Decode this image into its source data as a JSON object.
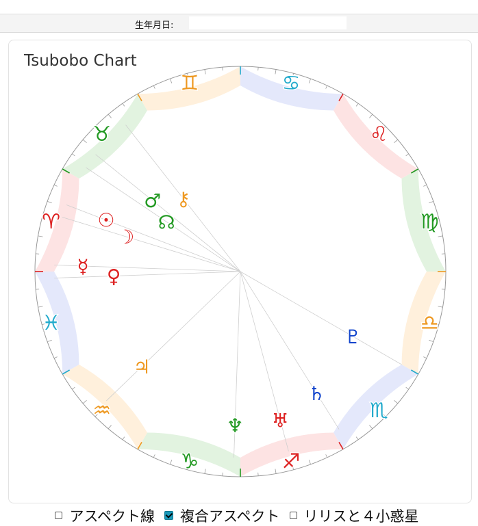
{
  "header": {
    "dob_label": "生年月日:",
    "dob_value": ""
  },
  "chart": {
    "title": "Tsubobo Chart",
    "colors": {
      "fire": "#dd2222",
      "earth": "#229922",
      "air": "#ee9922",
      "water": "#22aacc",
      "planet_blue": "#1144cc"
    }
  },
  "chart_data": {
    "type": "astrology-wheel",
    "title": "Tsubobo Chart",
    "ascendant_sign": "Aries",
    "signs": [
      {
        "name": "Aries",
        "glyph": "♈",
        "element": "fire"
      },
      {
        "name": "Taurus",
        "glyph": "♉",
        "element": "earth"
      },
      {
        "name": "Gemini",
        "glyph": "♊",
        "element": "air"
      },
      {
        "name": "Cancer",
        "glyph": "♋",
        "element": "water"
      },
      {
        "name": "Leo",
        "glyph": "♌",
        "element": "fire"
      },
      {
        "name": "Virgo",
        "glyph": "♍",
        "element": "earth"
      },
      {
        "name": "Libra",
        "glyph": "♎",
        "element": "air"
      },
      {
        "name": "Scorpio",
        "glyph": "♏",
        "element": "water"
      },
      {
        "name": "Sagittarius",
        "glyph": "♐",
        "element": "fire"
      },
      {
        "name": "Capricorn",
        "glyph": "♑",
        "element": "earth"
      },
      {
        "name": "Aquarius",
        "glyph": "♒",
        "element": "air"
      },
      {
        "name": "Pisces",
        "glyph": "♓",
        "element": "water"
      }
    ],
    "bodies": [
      {
        "name": "Sun",
        "glyph": "☉",
        "longitude": 21,
        "color": "#dd2222"
      },
      {
        "name": "Moon",
        "glyph": "☽",
        "longitude": 17,
        "color": "#dd2222"
      },
      {
        "name": "Mercury",
        "glyph": "☿",
        "longitude": 2,
        "color": "#dd2222"
      },
      {
        "name": "Venus",
        "glyph": "♀",
        "longitude": 358,
        "color": "#dd2222"
      },
      {
        "name": "Mars",
        "glyph": "♂",
        "longitude": 39,
        "color": "#229922"
      },
      {
        "name": "Jupiter",
        "glyph": "♃",
        "longitude": 316,
        "color": "#ee9922"
      },
      {
        "name": "Saturn",
        "glyph": "♄",
        "longitude": 238,
        "color": "#1144cc"
      },
      {
        "name": "Uranus",
        "glyph": "♅",
        "longitude": 255,
        "color": "#dd2222"
      },
      {
        "name": "Neptune",
        "glyph": "♆",
        "longitude": 272,
        "color": "#229922"
      },
      {
        "name": "Pluto",
        "glyph": "♇",
        "longitude": 210,
        "color": "#1144cc"
      },
      {
        "name": "Node",
        "glyph": "☊",
        "longitude": 34,
        "color": "#229922"
      },
      {
        "name": "Chiron",
        "glyph": "⚷",
        "longitude": 52,
        "color": "#ee9922"
      }
    ]
  },
  "footer": {
    "options": [
      {
        "label": "アスペクト線",
        "checked": false
      },
      {
        "label": "複合アスペクト",
        "checked": true
      },
      {
        "label": "リリスと４小惑星",
        "checked": false
      }
    ]
  }
}
